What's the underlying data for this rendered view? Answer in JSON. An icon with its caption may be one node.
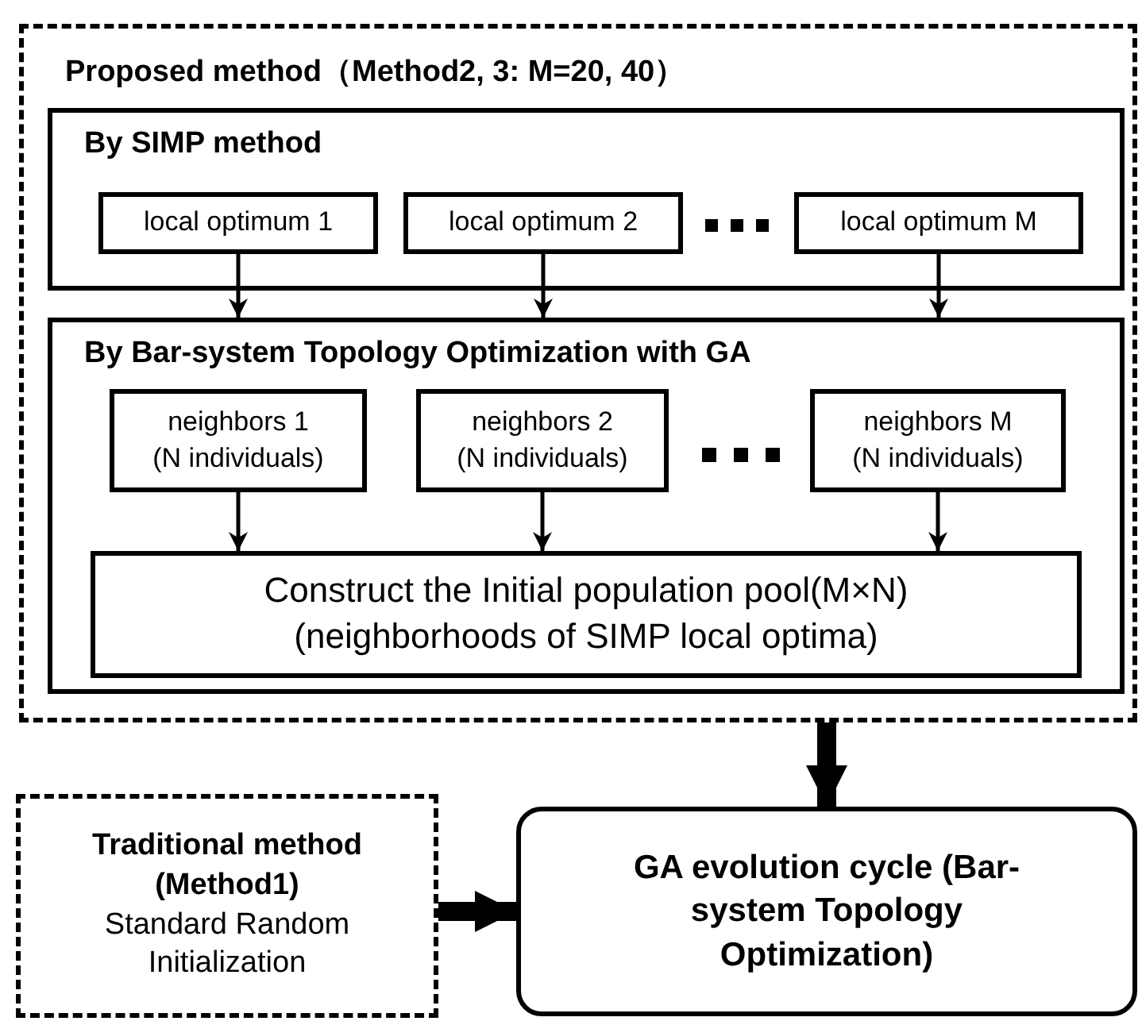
{
  "diagram": {
    "nodes": [
      {
        "text": [
          "Proposed method（Method2, 3: M=20, 40）"
        ]
      },
      {
        "text": [
          "By SIMP method"
        ],
        "in": 0
      },
      {
        "text": [
          "local optimum 1"
        ],
        "in": 1
      },
      {
        "text": [
          "local optimum 2"
        ],
        "in": 1
      },
      {
        "text": [
          "local optimum M"
        ],
        "in": 1
      },
      {
        "text": [
          "By Bar-system Topology Optimization with GA"
        ],
        "in": 0
      },
      {
        "text": [
          "neighbors 1",
          "(N individuals)"
        ],
        "in": 5
      },
      {
        "text": [
          "neighbors 2",
          "(N individuals)"
        ],
        "in": 5
      },
      {
        "text": [
          "neighbors M",
          "(N individuals)"
        ],
        "in": 5
      },
      {
        "text": [
          "Construct the Initial population pool(M×N)",
          "(neighborhoods of SIMP local optima)"
        ],
        "in": 5
      },
      {
        "text": [
          "Traditional method (Method1)",
          "Standard Random Initialization"
        ]
      },
      {
        "text": [
          "GA evolution cycle (Bar-system Topology Optimization)"
        ]
      }
    ],
    "edges": [
      {
        "from": 2,
        "to": 5,
        "arrow": "to"
      },
      {
        "from": 3,
        "to": 5,
        "arrow": "to"
      },
      {
        "from": 4,
        "to": 5,
        "arrow": "to"
      },
      {
        "from": 6,
        "to": 9,
        "arrow": "to"
      },
      {
        "from": 7,
        "to": 9,
        "arrow": "to"
      },
      {
        "from": 8,
        "to": 9,
        "arrow": "to"
      },
      {
        "from": 0,
        "to": 11,
        "arrow": "to",
        "style": "thick"
      },
      {
        "from": 10,
        "to": 11,
        "arrow": "to",
        "style": "thick"
      }
    ]
  }
}
